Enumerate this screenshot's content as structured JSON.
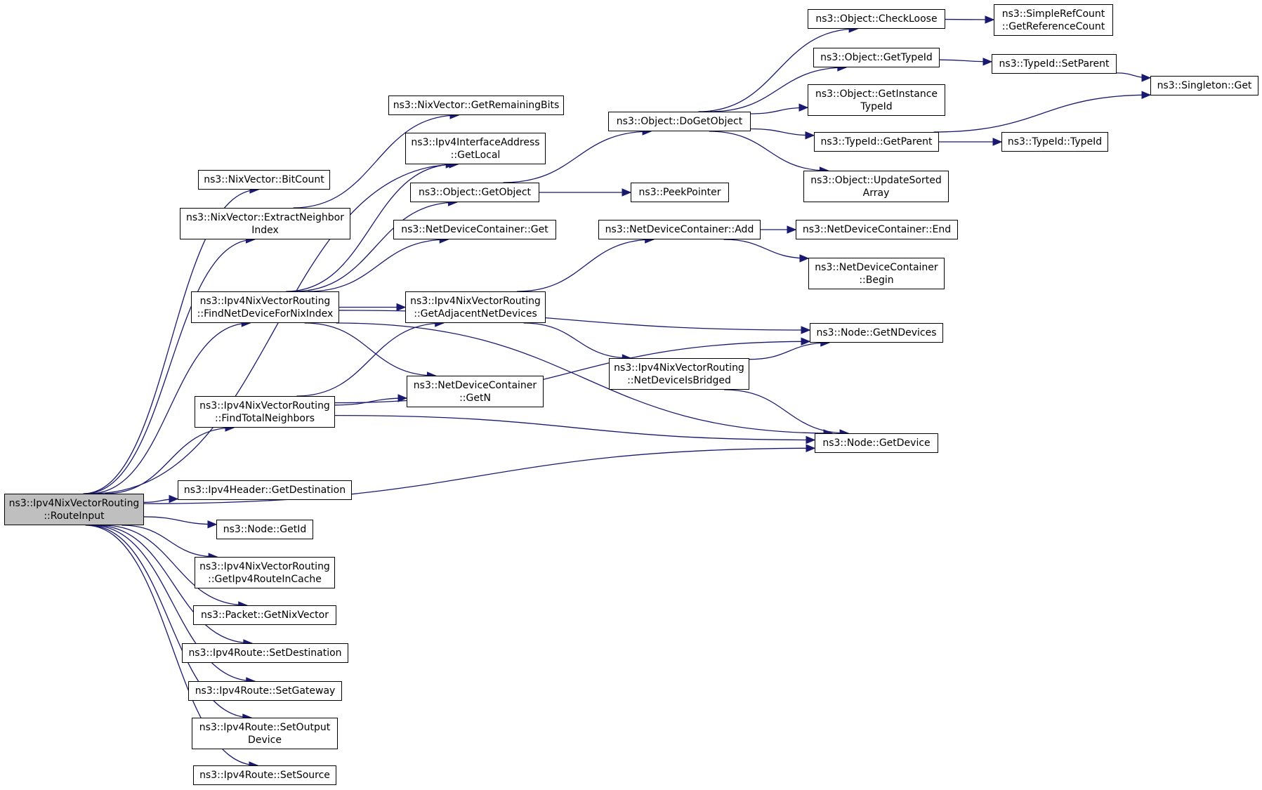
{
  "diagram": {
    "root": "route-input",
    "edge_color": "#191970",
    "root_fill": "#bfbfbf",
    "nodes": {
      "route-input": [
        "ns3::Ipv4NixVectorRouting",
        "::RouteInput"
      ],
      "bitcount": [
        "ns3::NixVector::BitCount"
      ],
      "extract-neighbor-index": [
        "ns3::NixVector::ExtractNeighbor",
        "Index"
      ],
      "get-remaining-bits": [
        "ns3::NixVector::GetRemainingBits"
      ],
      "find-net-device-for-nix-index": [
        "ns3::Ipv4NixVectorRouting",
        "::FindNetDeviceForNixIndex"
      ],
      "ipv4-interface-address-get-local": [
        "ns3::Ipv4InterfaceAddress",
        "::GetLocal"
      ],
      "object-get-object": [
        "ns3::Object::GetObject"
      ],
      "netdevicecontainer-get": [
        "ns3::NetDeviceContainer::Get"
      ],
      "get-adjacent-net-devices": [
        "ns3::Ipv4NixVectorRouting",
        "::GetAdjacentNetDevices"
      ],
      "netdevicecontainer-get-n": [
        "ns3::NetDeviceContainer",
        "::GetN"
      ],
      "find-total-neighbors": [
        "ns3::Ipv4NixVectorRouting",
        "::FindTotalNeighbors"
      ],
      "object-do-get-object": [
        "ns3::Object::DoGetObject"
      ],
      "peek-pointer": [
        "ns3::PeekPointer"
      ],
      "netdevicecontainer-add": [
        "ns3::NetDeviceContainer::Add"
      ],
      "net-device-is-bridged": [
        "ns3::Ipv4NixVectorRouting",
        "::NetDeviceIsBridged"
      ],
      "object-check-loose": [
        "ns3::Object::CheckLoose"
      ],
      "object-get-type-id": [
        "ns3::Object::GetTypeId"
      ],
      "object-get-instance-type-id": [
        "ns3::Object::GetInstance",
        "TypeId"
      ],
      "typeid-get-parent": [
        "ns3::TypeId::GetParent"
      ],
      "object-update-sorted-array": [
        "ns3::Object::UpdateSorted",
        "Array"
      ],
      "netdevicecontainer-end": [
        "ns3::NetDeviceContainer::End"
      ],
      "netdevicecontainer-begin": [
        "ns3::NetDeviceContainer",
        "::Begin"
      ],
      "node-get-n-devices": [
        "ns3::Node::GetNDevices"
      ],
      "node-get-device": [
        "ns3::Node::GetDevice"
      ],
      "simplerefcount-get-reference-count": [
        "ns3::SimpleRefCount",
        "::GetReferenceCount"
      ],
      "typeid-set-parent": [
        "ns3::TypeId::SetParent"
      ],
      "singleton-get": [
        "ns3::Singleton::Get"
      ],
      "typeid-typeid": [
        "ns3::TypeId::TypeId"
      ],
      "ipv4header-get-destination": [
        "ns3::Ipv4Header::GetDestination"
      ],
      "node-get-id": [
        "ns3::Node::GetId"
      ],
      "get-ipv4-route-in-cache": [
        "ns3::Ipv4NixVectorRouting",
        "::GetIpv4RouteInCache"
      ],
      "packet-get-nix-vector": [
        "ns3::Packet::GetNixVector"
      ],
      "ipv4route-set-destination": [
        "ns3::Ipv4Route::SetDestination"
      ],
      "ipv4route-set-gateway": [
        "ns3::Ipv4Route::SetGateway"
      ],
      "ipv4route-set-output-device": [
        "ns3::Ipv4Route::SetOutput",
        "Device"
      ],
      "ipv4route-set-source": [
        "ns3::Ipv4Route::SetSource"
      ]
    },
    "edges": [
      [
        "route-input",
        "bitcount"
      ],
      [
        "route-input",
        "extract-neighbor-index"
      ],
      [
        "route-input",
        "ipv4-interface-address-get-local"
      ],
      [
        "route-input",
        "find-net-device-for-nix-index"
      ],
      [
        "route-input",
        "find-total-neighbors"
      ],
      [
        "route-input",
        "node-get-device"
      ],
      [
        "route-input",
        "ipv4header-get-destination"
      ],
      [
        "route-input",
        "node-get-id"
      ],
      [
        "route-input",
        "get-ipv4-route-in-cache"
      ],
      [
        "route-input",
        "packet-get-nix-vector"
      ],
      [
        "route-input",
        "ipv4route-set-destination"
      ],
      [
        "route-input",
        "ipv4route-set-gateway"
      ],
      [
        "route-input",
        "ipv4route-set-output-device"
      ],
      [
        "route-input",
        "ipv4route-set-source"
      ],
      [
        "extract-neighbor-index",
        "get-remaining-bits"
      ],
      [
        "find-net-device-for-nix-index",
        "ipv4-interface-address-get-local"
      ],
      [
        "find-net-device-for-nix-index",
        "object-get-object"
      ],
      [
        "find-net-device-for-nix-index",
        "netdevicecontainer-get"
      ],
      [
        "find-net-device-for-nix-index",
        "get-adjacent-net-devices"
      ],
      [
        "find-net-device-for-nix-index",
        "netdevicecontainer-get-n"
      ],
      [
        "find-net-device-for-nix-index",
        "node-get-n-devices"
      ],
      [
        "find-net-device-for-nix-index",
        "node-get-device"
      ],
      [
        "find-total-neighbors",
        "get-adjacent-net-devices"
      ],
      [
        "find-total-neighbors",
        "netdevicecontainer-get-n"
      ],
      [
        "find-total-neighbors",
        "node-get-n-devices"
      ],
      [
        "find-total-neighbors",
        "node-get-device"
      ],
      [
        "object-get-object",
        "object-do-get-object"
      ],
      [
        "object-get-object",
        "peek-pointer"
      ],
      [
        "get-adjacent-net-devices",
        "netdevicecontainer-add"
      ],
      [
        "get-adjacent-net-devices",
        "net-device-is-bridged"
      ],
      [
        "object-do-get-object",
        "object-check-loose"
      ],
      [
        "object-do-get-object",
        "object-get-type-id"
      ],
      [
        "object-do-get-object",
        "object-get-instance-type-id"
      ],
      [
        "object-do-get-object",
        "typeid-get-parent"
      ],
      [
        "object-do-get-object",
        "object-update-sorted-array"
      ],
      [
        "netdevicecontainer-add",
        "netdevicecontainer-end"
      ],
      [
        "netdevicecontainer-add",
        "netdevicecontainer-begin"
      ],
      [
        "net-device-is-bridged",
        "node-get-n-devices"
      ],
      [
        "net-device-is-bridged",
        "node-get-device"
      ],
      [
        "object-check-loose",
        "simplerefcount-get-reference-count"
      ],
      [
        "object-get-type-id",
        "typeid-set-parent"
      ],
      [
        "typeid-set-parent",
        "singleton-get"
      ],
      [
        "typeid-get-parent",
        "singleton-get"
      ],
      [
        "typeid-get-parent",
        "typeid-typeid"
      ]
    ]
  }
}
